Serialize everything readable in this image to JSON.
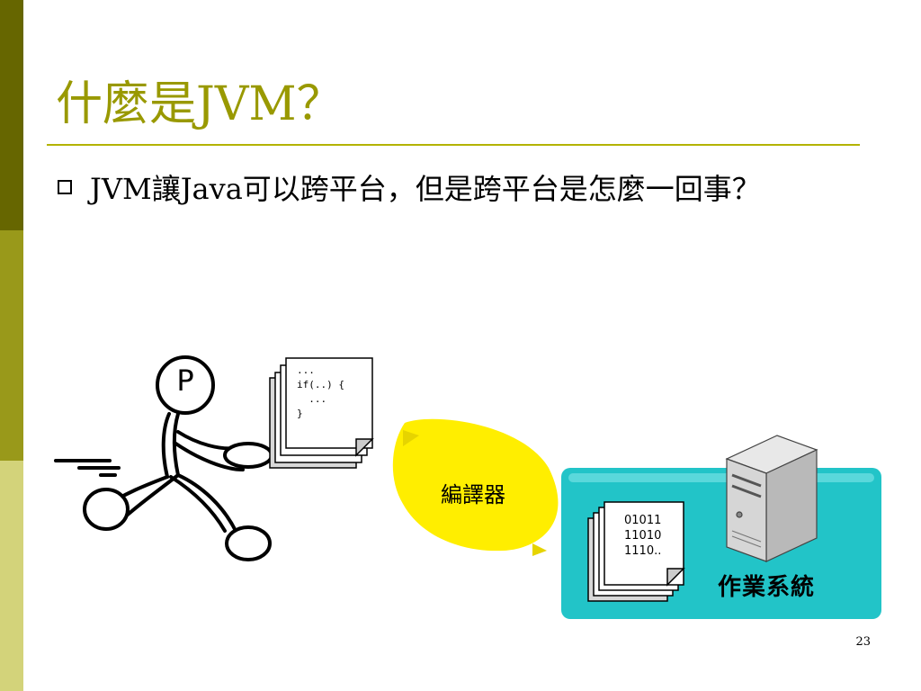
{
  "slide": {
    "title": "什麼是JVM？",
    "bullet": "JVM讓Java可以跨平台，但是跨平台是怎麼一回事？",
    "page_number": "23"
  },
  "illustration": {
    "programmer_badge": "P",
    "source_code": "...\nif(..) {\n  ...\n}",
    "compiler_label": "編譯器",
    "binary_code": "01011\n11010\n1110..",
    "os_label": "作業系統"
  },
  "colors": {
    "sidebar_dark": "#666600",
    "sidebar_mid": "#99991a",
    "sidebar_light": "#d3d37a",
    "title": "#999900",
    "title_rule": "#b3b300",
    "compiler_yellow": "#ffee00",
    "os_teal": "#22c4c8"
  },
  "icons": {
    "bullet": "square-bullet-icon",
    "programmer": "running-stick-figure-icon",
    "source_file": "document-stack-icon",
    "binary_file": "document-stack-icon",
    "server": "server-tower-icon"
  }
}
